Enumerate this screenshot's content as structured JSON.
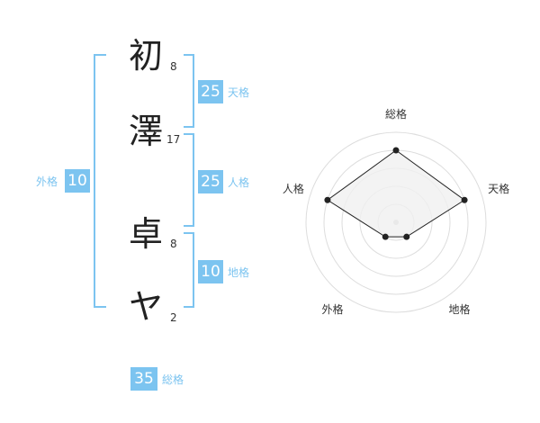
{
  "name": {
    "chars": [
      {
        "char": "初",
        "strokes": "8"
      },
      {
        "char": "澤",
        "strokes": "17"
      },
      {
        "char": "卓",
        "strokes": "8"
      },
      {
        "char": "ヤ",
        "strokes": "2"
      }
    ]
  },
  "fortune": {
    "tenkaku": {
      "label": "天格",
      "value": "25"
    },
    "jinkaku": {
      "label": "人格",
      "value": "25"
    },
    "chikaku": {
      "label": "地格",
      "value": "10"
    },
    "gaikaku": {
      "label": "外格",
      "value": "10"
    },
    "soukaku": {
      "label": "総格",
      "value": "35"
    }
  },
  "chart_data": {
    "type": "radar",
    "axes": [
      "総格",
      "天格",
      "地格",
      "外格",
      "人格"
    ],
    "values": [
      4,
      4,
      1,
      1,
      4
    ],
    "max": 5,
    "rings": 5,
    "fill": "#f0f0f0",
    "stroke": "#222222",
    "ring_color": "#dddddd"
  },
  "colors": {
    "accent": "#7cc4f0"
  }
}
